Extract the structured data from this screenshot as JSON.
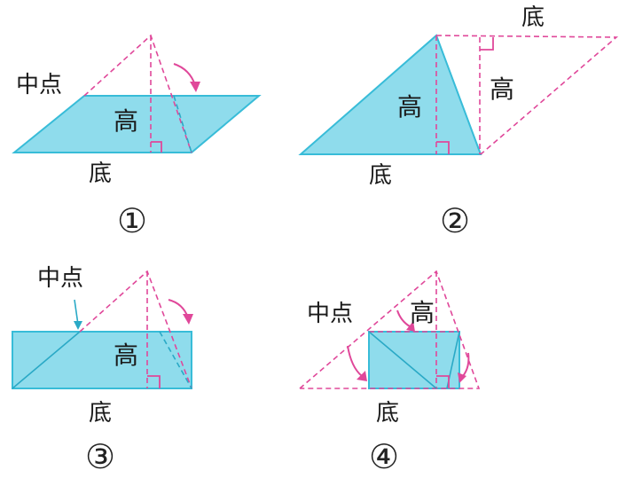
{
  "labels": {
    "midpoint": "中点",
    "height": "高",
    "base": "底"
  },
  "figures": [
    {
      "number": "①"
    },
    {
      "number": "②"
    },
    {
      "number": "③"
    },
    {
      "number": "④"
    }
  ],
  "colors": {
    "shape_fill": "#8fdcec",
    "shape_stroke": "#38bcd8",
    "dashed_guides": "#e0489a"
  }
}
